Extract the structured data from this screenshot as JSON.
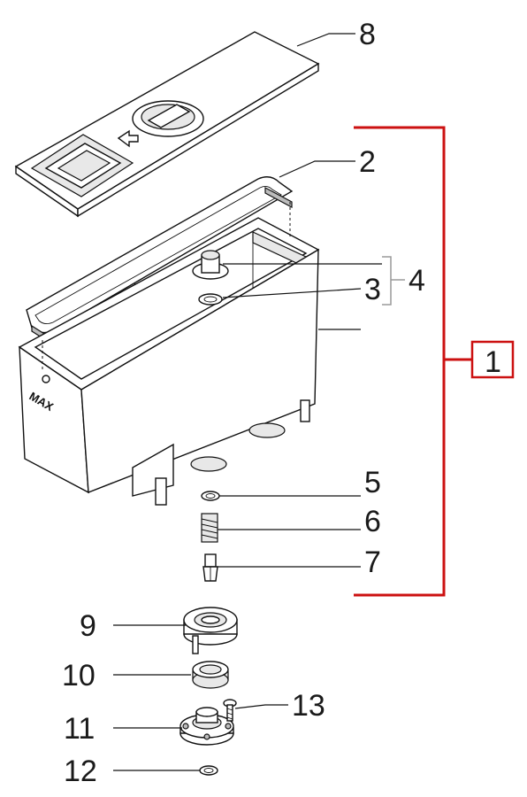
{
  "diagram": {
    "callouts": [
      {
        "id": "c8",
        "label": "8"
      },
      {
        "id": "c2",
        "label": "2"
      },
      {
        "id": "c4",
        "label": "4"
      },
      {
        "id": "c3",
        "label": "3"
      },
      {
        "id": "c1",
        "label": "1"
      },
      {
        "id": "c5",
        "label": "5"
      },
      {
        "id": "c6",
        "label": "6"
      },
      {
        "id": "c7",
        "label": "7"
      },
      {
        "id": "c9",
        "label": "9"
      },
      {
        "id": "c10",
        "label": "10"
      },
      {
        "id": "c11",
        "label": "11"
      },
      {
        "id": "c12",
        "label": "12"
      },
      {
        "id": "c13",
        "label": "13"
      }
    ],
    "tank_marking": "MAX",
    "colors": {
      "assembly_bracket": "#cc1111",
      "subgroup_bracket": "#9a9a9a",
      "line": "#111111"
    }
  }
}
